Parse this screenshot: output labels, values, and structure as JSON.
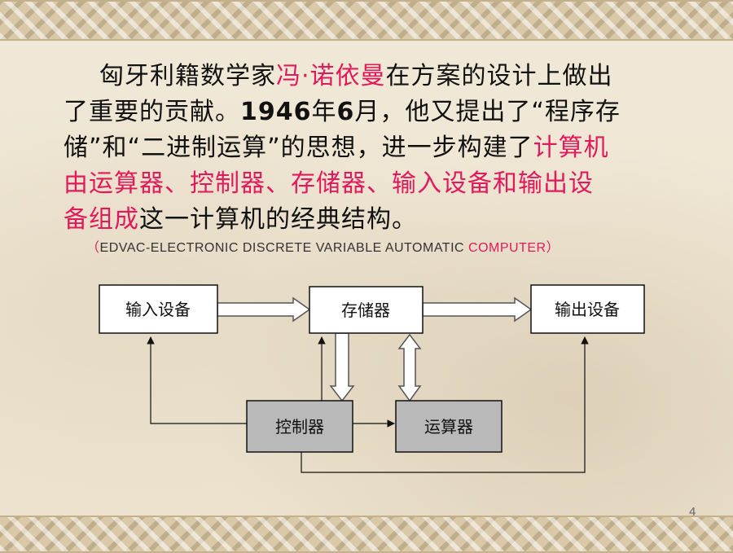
{
  "paragraph": {
    "l1_a": "匈牙利籍数学家",
    "l1_b": "冯·诺依曼",
    "l1_c": "在方案的设计上做出",
    "l2_a": "了重要的贡献。",
    "l2_b": "1946",
    "l2_c": "年",
    "l2_d": "6",
    "l2_e": "月，他又提出了“程序存",
    "l3_a": "储”和“二进制运算”的思想，进一步构建了",
    "l3_b": "计算机",
    "l4_a": "由运算器、控制器、存储器、输入设备和输出设",
    "l5_a": "备组成",
    "l5_b": "这一计算机的经典结构。"
  },
  "caption": {
    "open": "（",
    "main": "EDVAC-ELECTRONIC DISCRETE VARIABLE AUTOMATIC ",
    "tail": "COMPUTER",
    "close": "）"
  },
  "diagram": {
    "input": "输入设备",
    "memory": "存储器",
    "output": "输出设备",
    "control": "控制器",
    "alu": "运算器"
  },
  "page_number": "4",
  "colors": {
    "highlight": "#e01a5c",
    "box_white": "#ffffff",
    "box_gray": "#b9b9b9"
  }
}
